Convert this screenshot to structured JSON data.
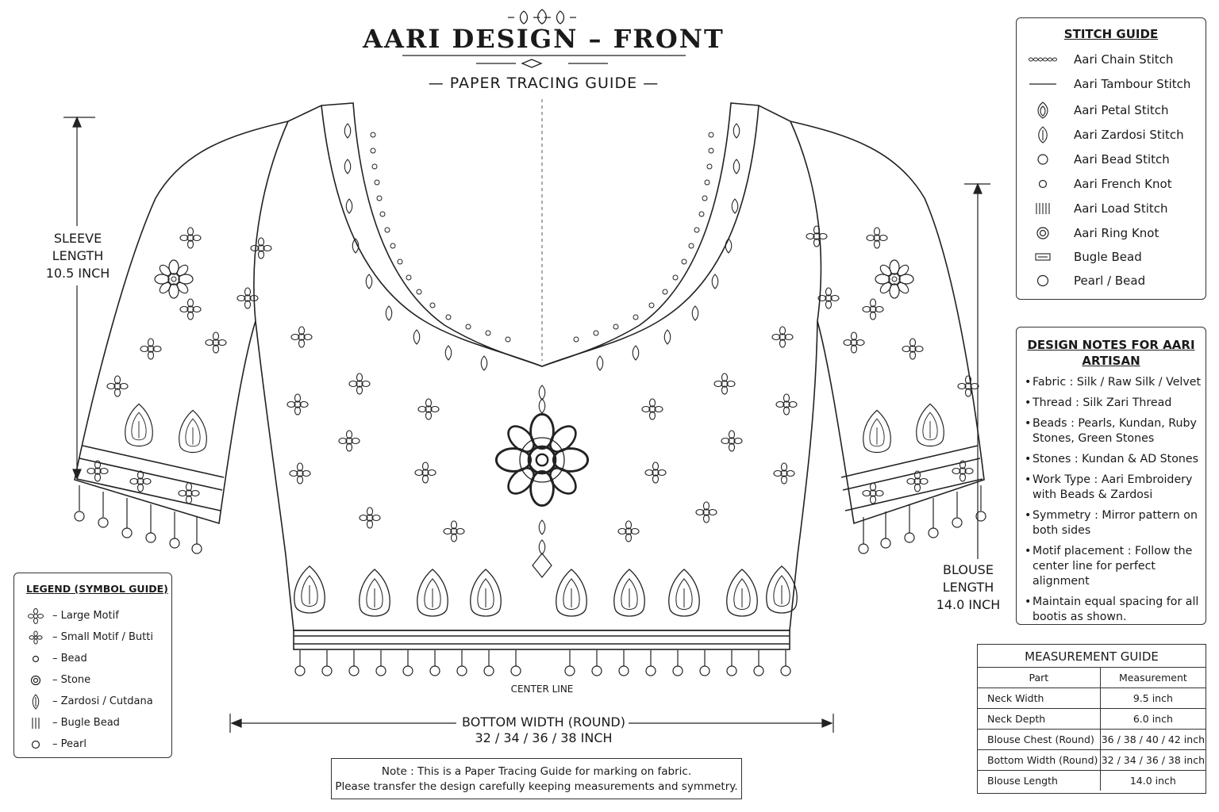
{
  "header": {
    "title": "AARI DESIGN – FRONT",
    "subtitle": "— PAPER TRACING GUIDE —"
  },
  "dimensions": {
    "sleeve_length": [
      "SLEEVE",
      "LENGTH",
      "10.5 INCH"
    ],
    "blouse_length": [
      "BLOUSE",
      "LENGTH",
      "14.0 INCH"
    ],
    "bottom_width": "BOTTOM WIDTH (ROUND)",
    "bottom_width_sizes": "32 / 34 / 36 / 38 INCH",
    "center_line": "CENTER LINE"
  },
  "stitch_guide": {
    "title": "STITCH GUIDE",
    "items": [
      {
        "label": "Aari Chain Stitch",
        "icon": "chain-stitch-icon"
      },
      {
        "label": "Aari Tambour Stitch",
        "icon": "tambour-line-icon"
      },
      {
        "label": "Aari Petal Stitch",
        "icon": "petal-icon"
      },
      {
        "label": "Aari Zardosi Stitch",
        "icon": "zardosi-icon"
      },
      {
        "label": "Aari Bead Stitch",
        "icon": "bead-circle-icon"
      },
      {
        "label": "Aari French Knot",
        "icon": "french-knot-icon"
      },
      {
        "label": "Aari Load Stitch",
        "icon": "load-stitch-icon"
      },
      {
        "label": "Aari Ring Knot",
        "icon": "ring-knot-icon"
      },
      {
        "label": "Bugle Bead",
        "icon": "bugle-bead-icon"
      },
      {
        "label": "Pearl / Bead",
        "icon": "pearl-icon"
      }
    ]
  },
  "design_notes": {
    "title": "DESIGN NOTES FOR AARI ARTISAN",
    "items": [
      "Fabric : Silk / Raw Silk / Velvet",
      "Thread : Silk Zari Thread",
      "Beads : Pearls, Kundan, Ruby Stones, Green Stones",
      "Stones : Kundan & AD Stones",
      "Work Type : Aari Embroidery with Beads & Zardosi",
      "Symmetry : Mirror pattern on both sides",
      "Motif placement : Follow the center line for perfect alignment",
      "Maintain equal spacing for all bootis as shown."
    ]
  },
  "measurement_guide": {
    "title": "MEASUREMENT GUIDE",
    "headers": [
      "Part",
      "Measurement"
    ],
    "rows": [
      [
        "Neck Width",
        "9.5 inch"
      ],
      [
        "Neck Depth",
        "6.0 inch"
      ],
      [
        "Blouse Chest (Round)",
        "36 / 38 / 40 / 42 inch"
      ],
      [
        "Bottom Width (Round)",
        "32 / 34 / 36 / 38 inch"
      ],
      [
        "Blouse Length",
        "14.0 inch"
      ]
    ]
  },
  "legend": {
    "title": "LEGEND (SYMBOL GUIDE)",
    "items": [
      {
        "label": "– Large Motif",
        "icon": "large-motif-icon"
      },
      {
        "label": "– Small Motif / Butti",
        "icon": "small-motif-icon"
      },
      {
        "label": "– Bead",
        "icon": "bead-icon"
      },
      {
        "label": "– Stone",
        "icon": "stone-icon"
      },
      {
        "label": "– Zardosi / Cutdana",
        "icon": "zardosi-cutdana-icon"
      },
      {
        "label": "– Bugle Bead",
        "icon": "bugle-bead-icon"
      },
      {
        "label": "– Pearl",
        "icon": "pearl-icon"
      }
    ]
  },
  "footer_note": {
    "line1": "Note : This is a Paper Tracing Guide for marking on fabric.",
    "line2": "Please transfer the design carefully keeping measurements and symmetry."
  }
}
